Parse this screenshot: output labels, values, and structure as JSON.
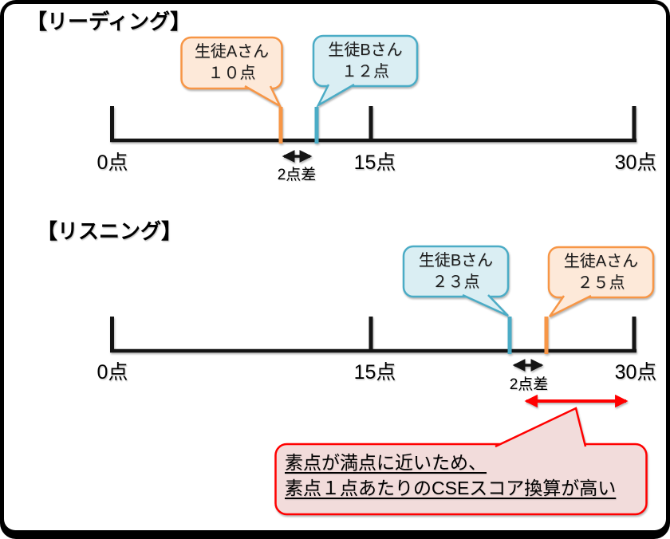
{
  "colors": {
    "student_a_accent": "#F79646",
    "student_a_fill": "#FDE9D9",
    "student_b_accent": "#4BACC6",
    "student_b_fill": "#DAEEF3",
    "emphasis_red": "#FF0000",
    "note_fill": "#F2DCDB",
    "axis": "#141414",
    "frame": "#000000"
  },
  "scale": {
    "min": 0,
    "mid": 15,
    "max": 30
  },
  "sections": [
    {
      "title": "【リーディング】",
      "tick_labels": [
        "0点",
        "15点",
        "30点"
      ],
      "callouts": [
        {
          "name": "生徒Aさん",
          "score_label": "１０点",
          "value": 10
        },
        {
          "name": "生徒Bさん",
          "score_label": "１２点",
          "value": 12
        }
      ],
      "gap_label": "2点差",
      "gap_points": 2
    },
    {
      "title": "【リスニング】",
      "tick_labels": [
        "0点",
        "15点",
        "30点"
      ],
      "callouts": [
        {
          "name": "生徒Bさん",
          "score_label": "２３点",
          "value": 23
        },
        {
          "name": "生徒Aさん",
          "score_label": "２５点",
          "value": 25
        }
      ],
      "gap_label": "2点差",
      "gap_points": 2
    }
  ],
  "note": {
    "line1": "素点が満点に近いため、",
    "line2": "素点１点あたりのCSEスコア換算が高い"
  }
}
